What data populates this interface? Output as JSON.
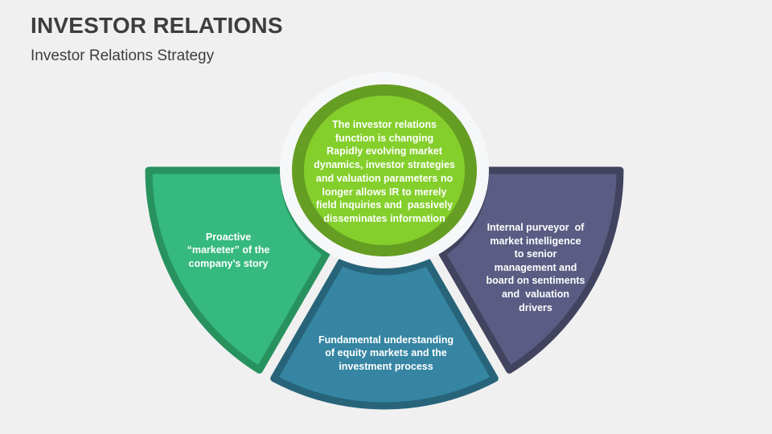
{
  "slide": {
    "title": "INVESTOR RELATIONS",
    "subtitle": "Investor Relations Strategy"
  },
  "diagram": {
    "center_circle": {
      "lines": [
        "The investor relations",
        "function is changing",
        "Rapidly evolving market",
        "dynamics, investor strategies",
        "and valuation parameters no",
        "longer allows IR to merely",
        "field inquiries and  passively",
        "disseminates information"
      ],
      "fill": "#84cf2b",
      "ring": "#659e23",
      "halo": "#f6f7f8",
      "text_color": "#ffffff"
    },
    "segments": [
      {
        "id": "left",
        "lines": [
          "Proactive",
          "“marketer” of the",
          "company’s story"
        ],
        "fill": "#36b97e",
        "border": "#28925f"
      },
      {
        "id": "middle",
        "lines": [
          "Fundamental understanding",
          "of equity markets and the",
          "investment process"
        ],
        "fill": "#3585a3",
        "border": "#27647a"
      },
      {
        "id": "right",
        "lines": [
          "Internal purveyor  of",
          "market intelligence",
          "to senior",
          "management and",
          "board on sentiments",
          "and  valuation",
          "drivers"
        ],
        "fill": "#5a5c83",
        "border": "#41435f"
      }
    ],
    "background": "#f0f0f1"
  }
}
